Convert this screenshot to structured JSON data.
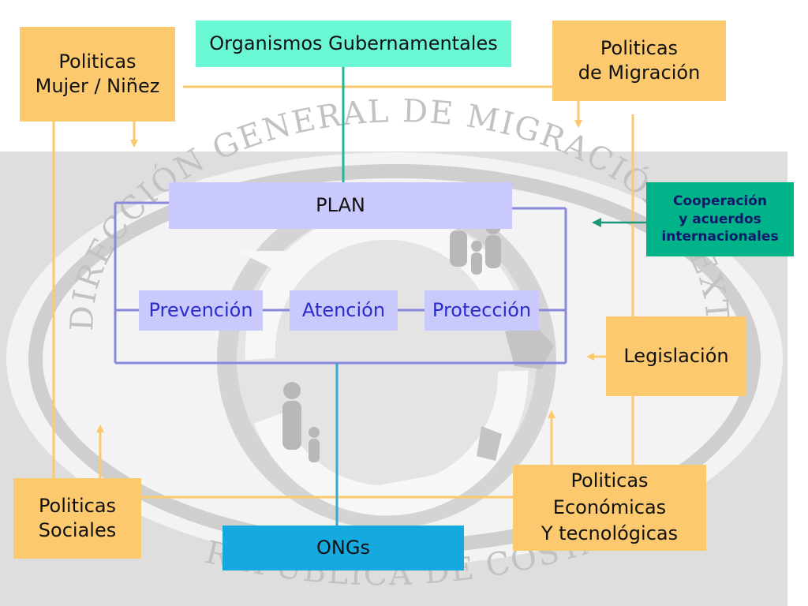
{
  "nodes": {
    "gov": "Organismos Gubernamentales",
    "pol_mujer": [
      "Politicas",
      "Mujer / Niñez"
    ],
    "pol_migracion": [
      "Politicas",
      "de Migración"
    ],
    "plan": "PLAN",
    "cooperacion": [
      "Cooperación",
      "y acuerdos",
      "internacionales"
    ],
    "prevencion": "Prevención",
    "atencion": "Atención",
    "proteccion": "Protección",
    "legislacion": "Legislación",
    "pol_sociales": [
      "Politicas",
      "Sociales"
    ],
    "pol_economicas": [
      "Politicas",
      "Económicas",
      "Y tecnológicas"
    ],
    "ongs": "ONGs"
  },
  "background_seal": {
    "top_text": "DIRECCIÓN GENERAL DE MIGRACIÓN Y EXTRANJERÍA",
    "bottom_text": "REPÚBLICA DE COSTA RICA"
  },
  "colors": {
    "orange_box": "#fcc96e",
    "orange_line": "#fcc96e",
    "teal_box": "#6af7d4",
    "lavender_box": "#c9c9fb",
    "plan_frame": "#8888dd",
    "cooperation_box": "#00b389",
    "ongs_box": "#15a9df",
    "gov_line": "#20b894",
    "ongs_line": "#35a8d6"
  }
}
